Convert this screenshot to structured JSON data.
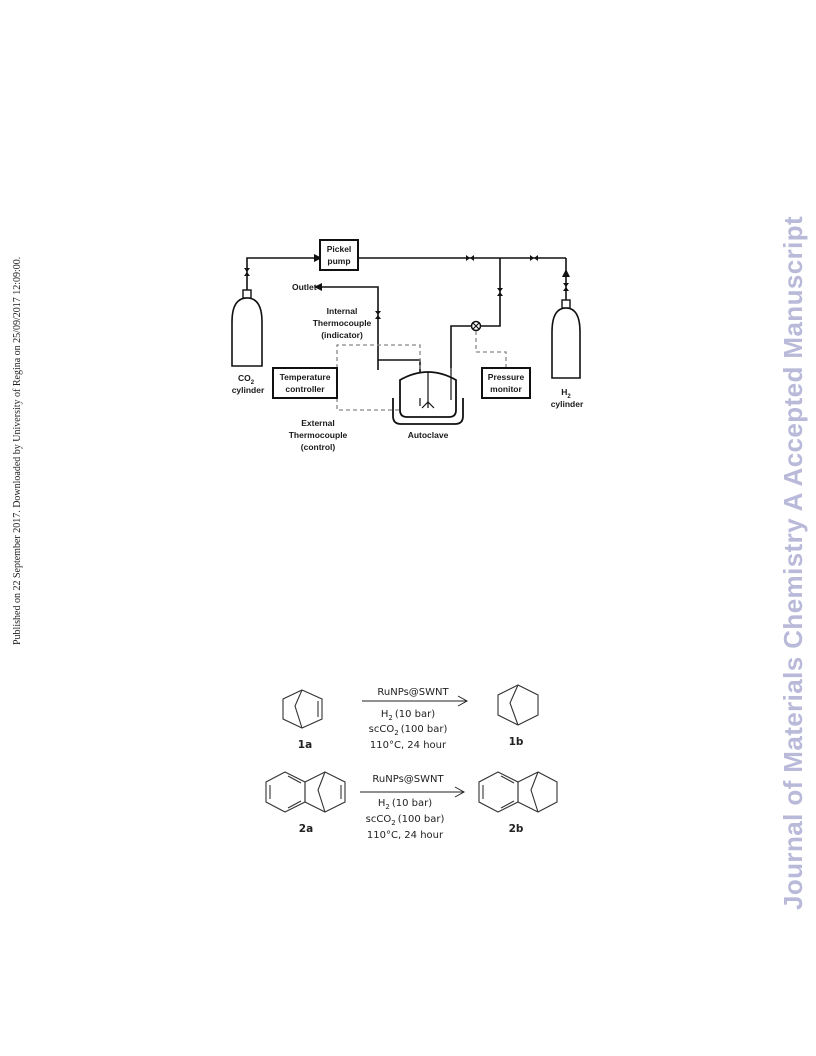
{
  "side_note": "Published on 22 September 2017. Downloaded by University of Regina on 25/09/2017 12:09:00.",
  "watermark": "Journal of Materials Chemistry A Accepted Manuscript",
  "apparatus": {
    "pump_line1": "Pickel",
    "pump_line2": "pump",
    "outlet": "Outlet",
    "internal_tc": [
      "Internal",
      "Thermocouple",
      "(indicator)"
    ],
    "temp_ctrl": [
      "Temperature",
      "controller"
    ],
    "pressure_mon": [
      "Pressure",
      "monitor"
    ],
    "external_tc": [
      "External",
      "Thermocouple",
      "(control)"
    ],
    "autoclave": "Autoclave",
    "co2_cyl": [
      "CO",
      "2",
      "cylinder"
    ],
    "h2_cyl": [
      "H",
      "2",
      "cylinder"
    ]
  },
  "reaction1": {
    "catalyst": "RuNPs@SWNT",
    "h2": [
      "H",
      "2",
      "(10 bar)"
    ],
    "scco2": [
      "scCO",
      "2",
      "(100 bar)"
    ],
    "conditions": "110°C, 24 hour",
    "reactant": "1a",
    "product": "1b"
  },
  "reaction2": {
    "catalyst": "RuNPs@SWNT",
    "h2": [
      "H",
      "2",
      "(10 bar)"
    ],
    "scco2": [
      "scCO",
      "2",
      "(100 bar)"
    ],
    "conditions": "110°C, 24 hour",
    "reactant": "2a",
    "product": "2b"
  }
}
